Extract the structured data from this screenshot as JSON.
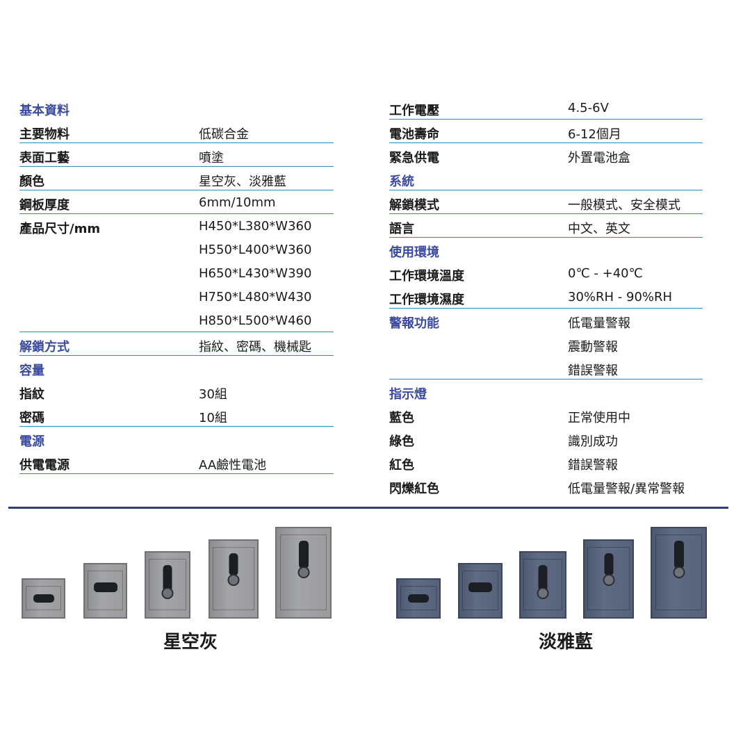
{
  "left_spec": [
    {
      "label": "基本資料",
      "value": "",
      "head": true,
      "line": false
    },
    {
      "label": "主要物料",
      "value": "低碳合金",
      "head": false,
      "line": true
    },
    {
      "label": "表面工藝",
      "value": "噴塗",
      "head": false,
      "line": true
    },
    {
      "label": "顏色",
      "value": "星空灰、淡雅藍",
      "head": false,
      "line": true
    },
    {
      "label": "鋼板厚度",
      "value": "6mm/10mm",
      "head": false,
      "line": true
    },
    {
      "label": "產品尺寸/mm",
      "value": "H450*L380*W360",
      "head": false,
      "line": false
    },
    {
      "label": "",
      "value": "H550*L400*W360",
      "head": false,
      "line": false
    },
    {
      "label": "",
      "value": "H650*L430*W390",
      "head": false,
      "line": false
    },
    {
      "label": "",
      "value": "H750*L480*W430",
      "head": false,
      "line": false
    },
    {
      "label": "",
      "value": "H850*L500*W460",
      "head": false,
      "line": true
    },
    {
      "label": "解鎖方式",
      "value": "指紋、密碼、機械匙",
      "head": true,
      "line": true
    },
    {
      "label": "容量",
      "value": "",
      "head": true,
      "line": false
    },
    {
      "label": "指紋",
      "value": "30組",
      "head": false,
      "line": false
    },
    {
      "label": "密碼",
      "value": "10組",
      "head": false,
      "line": true
    },
    {
      "label": "電源",
      "value": "",
      "head": true,
      "line": false
    },
    {
      "label": "供電電源",
      "value": "AA鹼性電池",
      "head": false,
      "line": true
    }
  ],
  "right_spec": [
    {
      "label": "工作電壓",
      "value": "4.5-6V",
      "head": false,
      "line": true
    },
    {
      "label": "電池壽命",
      "value": "6-12個月",
      "head": false,
      "line": true
    },
    {
      "label": "緊急供電",
      "value": "外置電池盒",
      "head": false,
      "line": false
    },
    {
      "label": "系統",
      "value": "",
      "head": true,
      "line": true
    },
    {
      "label": "解鎖模式",
      "value": "一般模式、安全模式",
      "head": false,
      "line": true
    },
    {
      "label": "語言",
      "value": "中文、英文",
      "head": false,
      "line": true
    },
    {
      "label": "使用環境",
      "value": "",
      "head": true,
      "line": false
    },
    {
      "label": "工作環境溫度",
      "value": "0℃ - +40℃",
      "head": false,
      "line": false
    },
    {
      "label": "工作環境濕度",
      "value": "30%RH - 90%RH",
      "head": false,
      "line": true
    },
    {
      "label": "警報功能",
      "value": "低電量警報",
      "head": true,
      "line": false
    },
    {
      "label": "",
      "value": "震動警報",
      "head": false,
      "line": false
    },
    {
      "label": "",
      "value": "錯誤警報",
      "head": false,
      "line": true
    },
    {
      "label": "指示燈",
      "value": "",
      "head": true,
      "line": false
    },
    {
      "label": "藍色",
      "value": "正常使用中",
      "head": false,
      "line": false
    },
    {
      "label": "綠色",
      "value": "識別成功",
      "head": false,
      "line": false
    },
    {
      "label": "紅色",
      "value": "錯誤警報",
      "head": false,
      "line": false
    },
    {
      "label": "閃爍紅色",
      "value": "低電量警報/異常警報",
      "head": false,
      "line": false
    }
  ],
  "products": {
    "gray_label": "星空灰",
    "blue_label": "淡雅藍"
  },
  "colors": {
    "heading": "#3a4aa0",
    "rule": "#2f8bbf",
    "divider": "#353c7c"
  }
}
